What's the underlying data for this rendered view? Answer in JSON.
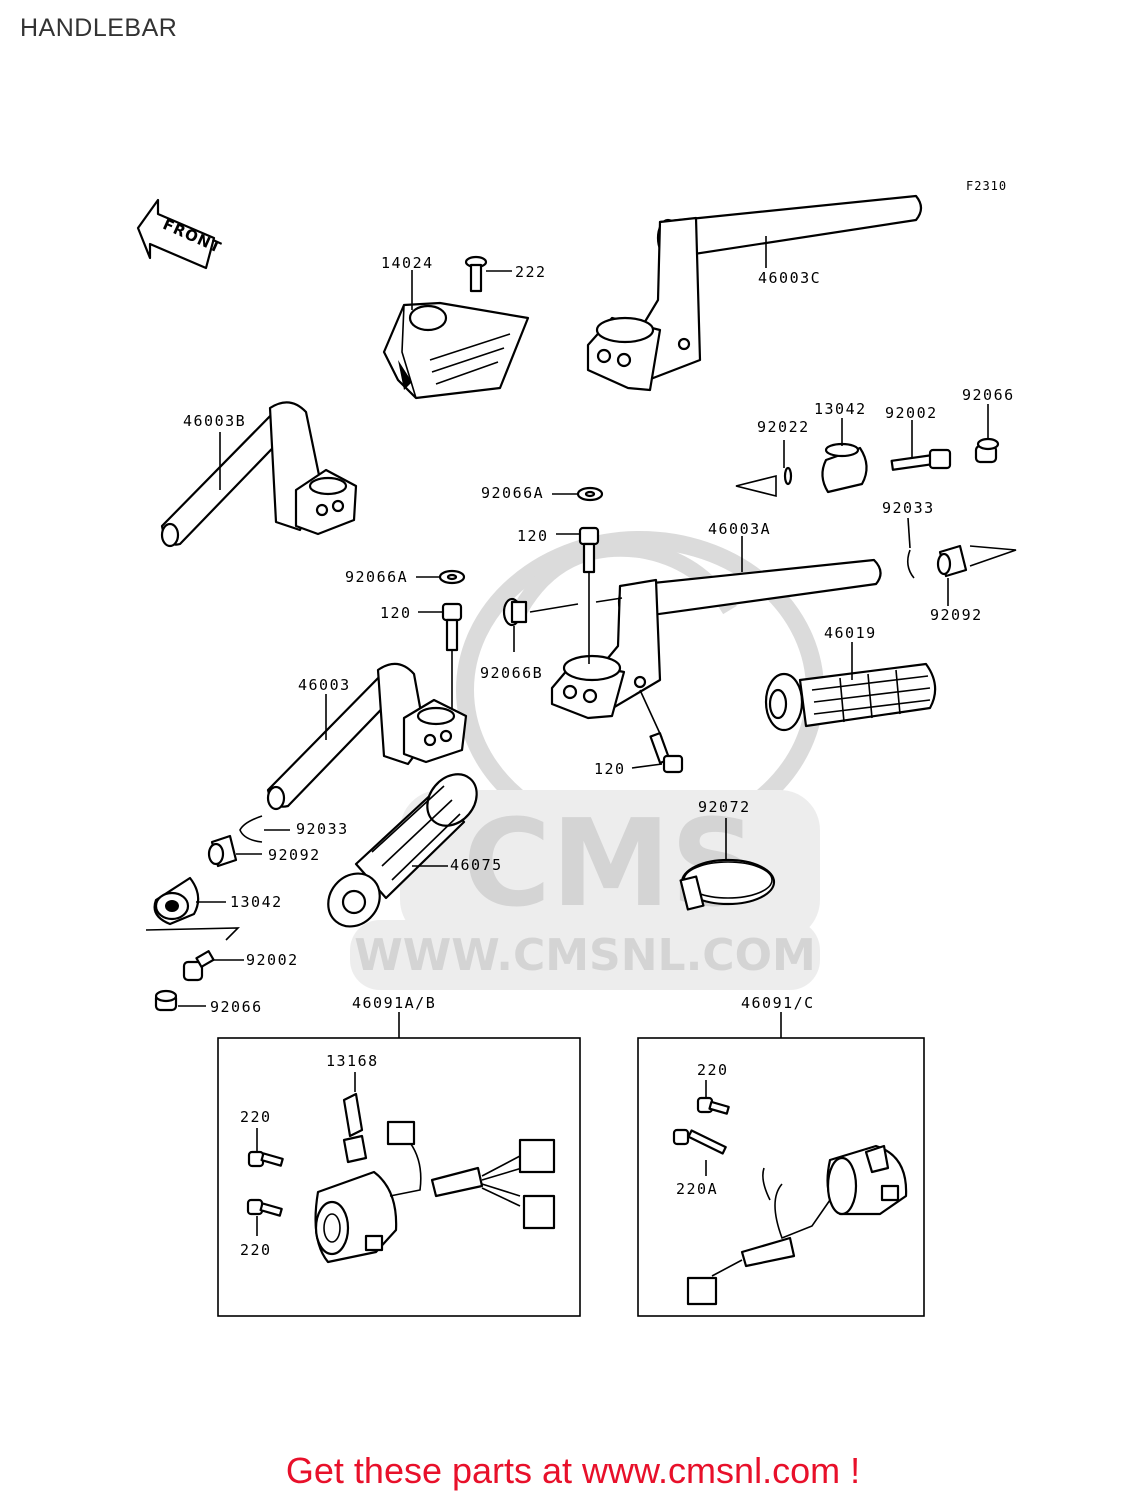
{
  "page": {
    "title": "HANDLEBAR",
    "figure_code": "F2310",
    "footer_text": "Get these parts at www.cmsnl.com !"
  },
  "front_arrow": {
    "label": "FRONT",
    "icon": "front-arrow-icon"
  },
  "watermark": {
    "logo_letters": "CMS",
    "url_text": "WWW.CMSNL.COM",
    "color": "#d0d0d0"
  },
  "parts": {
    "p14024": "14024",
    "p222": "222",
    "p46003C": "46003C",
    "p46003B": "46003B",
    "p92022": "92022",
    "p13042_top": "13042",
    "p92002_top": "92002",
    "p92066_top": "92066",
    "p92066A_top": "92066A",
    "p120_top": "120",
    "p46003A": "46003A",
    "p92033_right": "92033",
    "p92066A_mid": "92066A",
    "p120_mid": "120",
    "p92092_right": "92092",
    "p46019": "46019",
    "p46003": "46003",
    "p92066B": "92066B",
    "p120_low": "120",
    "p92033_left": "92033",
    "p92092_left": "92092",
    "p92072": "92072",
    "p46075": "46075",
    "p13042_left": "13042",
    "p92002_left": "92002",
    "p92066_left": "92066"
  },
  "switch_left": {
    "title": "46091A/B",
    "p13168": "13168",
    "p220_top": "220",
    "p220_bottom": "220"
  },
  "switch_right": {
    "title": "46091/C",
    "p220": "220",
    "p220A": "220A"
  },
  "colors": {
    "footer": "#e8102a",
    "title": "#333333",
    "ink": "#000000"
  }
}
